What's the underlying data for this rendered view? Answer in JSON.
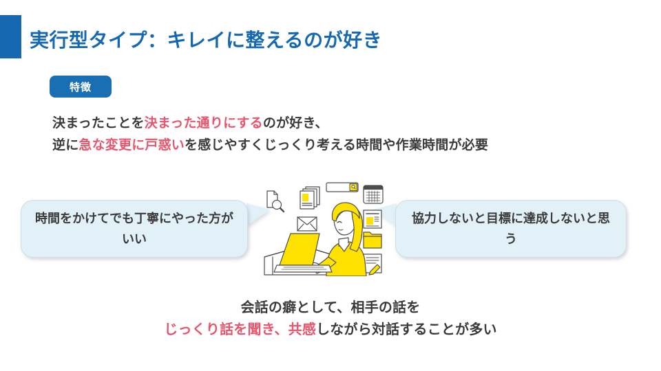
{
  "slide": {
    "title": "実行型タイプ：キレイに整えるのが好き",
    "accent_color": "#1668b0",
    "highlight_color": "#e8556c",
    "text_color": "#3a3a3a",
    "bubble_color": "#e2f0f8",
    "background": "#ffffff"
  },
  "badge": {
    "label": "特徴"
  },
  "lead": {
    "line1": {
      "part1": "決まったことを",
      "highlight": "決まった通りにする",
      "part2": "のが好き、"
    },
    "line2": {
      "part1": "逆に",
      "highlight": "急な変更に戸惑い",
      "part2": "を感じやすくじっくり考える時間や作業時間が必要"
    }
  },
  "bubbles": {
    "left": {
      "text": "時間をかけてでも丁寧にやった方がいい"
    },
    "right": {
      "text": "協力しないと目標に達成しないと思う"
    }
  },
  "illustration": {
    "alt": "ノートパソコンで作業する女性と業務アイコン",
    "person_color": "#ffe200",
    "outline_color": "#4d4d4d",
    "icons": [
      "document-search-icon",
      "documents-stack-icon",
      "envelope-icon",
      "search-bar-icon",
      "calendar-icon",
      "article-icon",
      "folder-icon",
      "note-pen-icon",
      "laptop-icon"
    ]
  },
  "caption": {
    "line1": "会話の癖として、相手の話を",
    "line2": {
      "highlight": "じっくり話を聞き、共感",
      "rest": "しながら対話することが多い"
    }
  }
}
